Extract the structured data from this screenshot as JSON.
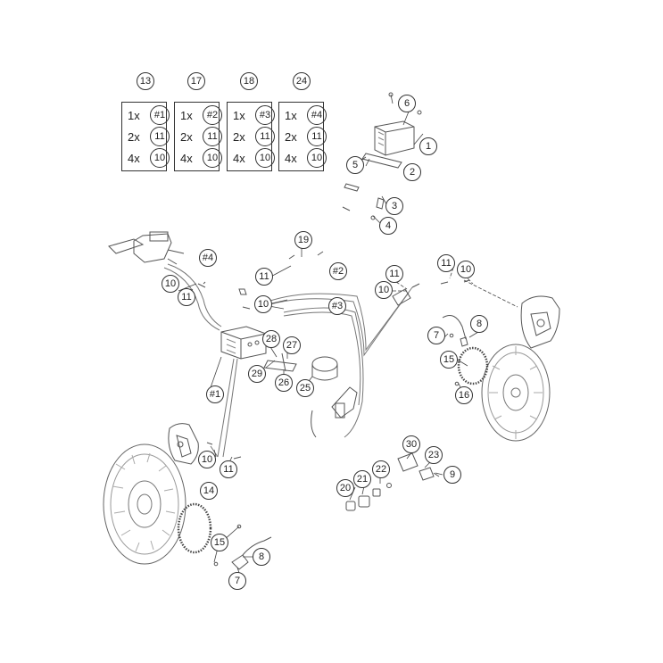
{
  "kits": [
    {
      "number": "13",
      "rows": [
        {
          "qty": "1x",
          "ref": "#1"
        },
        {
          "qty": "2x",
          "ref": "11"
        },
        {
          "qty": "4x",
          "ref": "10"
        }
      ]
    },
    {
      "number": "17",
      "rows": [
        {
          "qty": "1x",
          "ref": "#2"
        },
        {
          "qty": "2x",
          "ref": "11"
        },
        {
          "qty": "4x",
          "ref": "10"
        }
      ]
    },
    {
      "number": "18",
      "rows": [
        {
          "qty": "1x",
          "ref": "#3"
        },
        {
          "qty": "2x",
          "ref": "11"
        },
        {
          "qty": "4x",
          "ref": "10"
        }
      ]
    },
    {
      "number": "24",
      "rows": [
        {
          "qty": "1x",
          "ref": "#4"
        },
        {
          "qty": "2x",
          "ref": "11"
        },
        {
          "qty": "4x",
          "ref": "10"
        }
      ]
    }
  ],
  "callouts": {
    "c1": "1",
    "c2": "2",
    "c3": "3",
    "c4": "4",
    "c5": "5",
    "c6": "6",
    "c7a": "7",
    "c7b": "7",
    "c8a": "8",
    "c8b": "8",
    "c9": "9",
    "c10a": "10",
    "c10b": "10",
    "c10c": "10",
    "c10d": "10",
    "c10e": "10",
    "c11a": "11",
    "c11b": "11",
    "c11c": "11",
    "c11d": "11",
    "c11e": "11",
    "c14": "14",
    "c15a": "15",
    "c15b": "15",
    "c16": "16",
    "c19": "19",
    "c20": "20",
    "c21": "21",
    "c22": "22",
    "c23": "23",
    "c25": "25",
    "c26": "26",
    "c27": "27",
    "c28": "28",
    "c29": "29",
    "c30": "30",
    "l1": "#1",
    "l2": "#2",
    "l3": "#3",
    "l4": "#4"
  }
}
